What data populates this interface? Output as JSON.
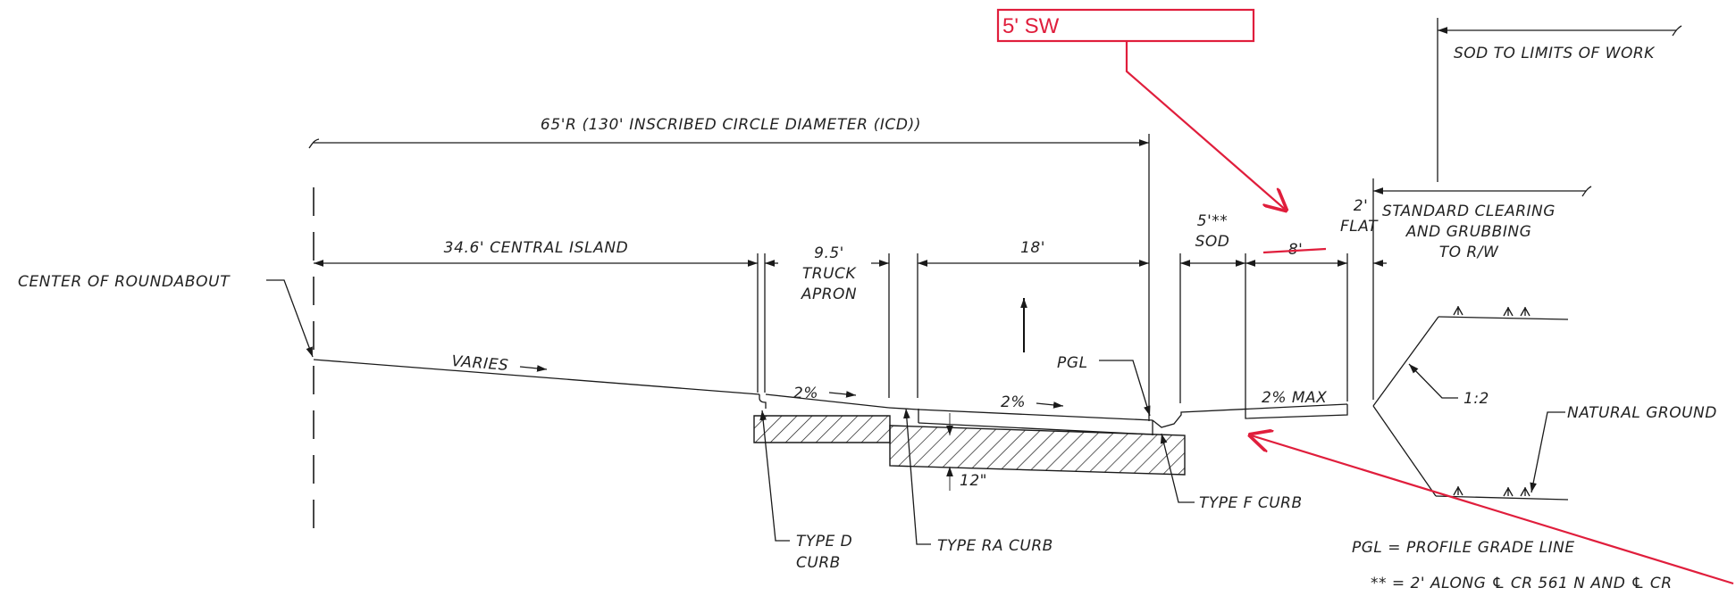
{
  "markup": {
    "callout": "5' SW",
    "strike_value": "8'",
    "colors": {
      "markup_red": "#e01e3c",
      "line": "#1a1a1a"
    }
  },
  "dimensions": {
    "radius": "65'R (130' INSCRIBED CIRCLE DIAMETER (ICD))",
    "central_island": "34.6' CENTRAL ISLAND",
    "truck_apron": [
      "9.5'",
      "TRUCK",
      "APRON"
    ],
    "lane": "18'",
    "sod": [
      "5'**",
      "SOD"
    ],
    "flat": [
      "2'",
      "FLAT"
    ],
    "clearing": [
      "STANDARD CLEARING",
      "AND GRUBBING",
      "TO R/W"
    ],
    "sod_limits": "SOD TO LIMITS OF WORK",
    "thickness": "12\""
  },
  "labels": {
    "center": "CENTER OF ROUNDABOUT",
    "varies": "VARIES",
    "apron_slope": "2%",
    "lane_slope": "2%",
    "sidewalk_slope": "2% MAX",
    "pgl": "PGL",
    "slope_ratio": "1:2",
    "natural_ground": "NATURAL GROUND",
    "type_d_curb": [
      "TYPE D",
      "CURB"
    ],
    "type_ra_curb": "TYPE RA CURB",
    "type_f_curb": "TYPE F CURB"
  },
  "notes": {
    "pgl_def": "PGL = PROFILE GRADE LINE",
    "footnote": "** = 2' ALONG ℄ CR 561 N AND ℄ CR"
  }
}
